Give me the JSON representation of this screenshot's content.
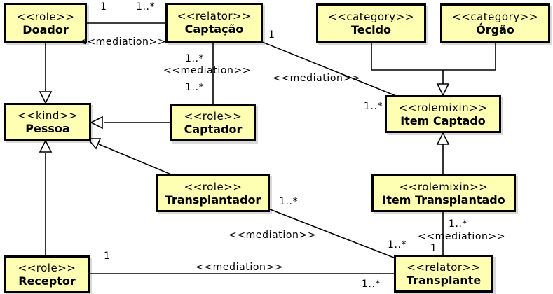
{
  "classes": {
    "doador": {
      "stereotype": "<<role>>",
      "name": "Doador"
    },
    "captacao": {
      "stereotype": "<<relator>>",
      "name": "Captação"
    },
    "tecido": {
      "stereotype": "<<category>>",
      "name": "Tecido"
    },
    "orgao": {
      "stereotype": "<<category>>",
      "name": "Órgão"
    },
    "pessoa": {
      "stereotype": "<<kind>>",
      "name": "Pessoa"
    },
    "captador": {
      "stereotype": "<<role>>",
      "name": "Captador"
    },
    "item_captado": {
      "stereotype": "<<rolemixin>>",
      "name": "Item Captado"
    },
    "transplantador": {
      "stereotype": "<<role>>",
      "name": "Transplantador"
    },
    "item_transplantado": {
      "stereotype": "<<rolemixin>>",
      "name": "Item Transplantado"
    },
    "receptor": {
      "stereotype": "<<role>>",
      "name": "Receptor"
    },
    "transplante": {
      "stereotype": "<<relator>>",
      "name": "Transplante"
    }
  },
  "labels": {
    "doador_mult": "1",
    "captacao_mult_doador": "1..*",
    "mediation_doador": "<<mediation>>",
    "captacao_mult_item": "1",
    "mediation_item": "<<mediation>>",
    "item_captado_mult": "1..*",
    "captacao_mult_captador": "1..*",
    "mediation_captador": "<<mediation>>",
    "captador_mult": "1..*",
    "transplantador_mult": "1..*",
    "mediation_transplantador": "<<mediation>>",
    "transplante_mult_transplantador": "1..*",
    "item_transplantado_mult": "1..*",
    "mediation_item_transplantado": "<<mediation>>",
    "transplante_mult_item": "1",
    "receptor_mult": "1",
    "mediation_receptor": "<<mediation>>",
    "transplante_mult_receptor": "1..*"
  },
  "colors": {
    "class_fill": "#ffffb4",
    "stroke": "#000000"
  }
}
